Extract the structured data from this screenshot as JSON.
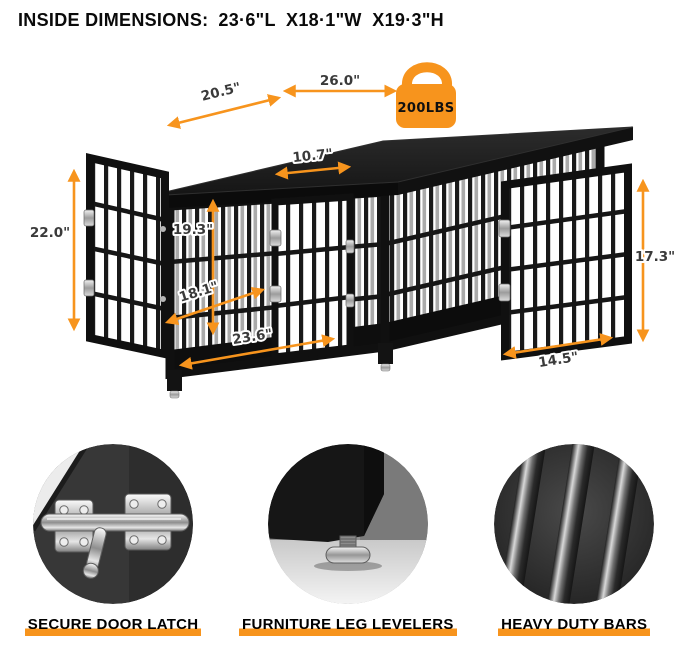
{
  "header": {
    "title": "INSIDE DIMENSIONS:",
    "dims": "23·6\"L  X18·1\"W  X19·3\"H"
  },
  "diagram": {
    "weight_badge": "200LBS",
    "dims": {
      "top_depth": "20.5\"",
      "top_width": "26.0\"",
      "front_door_width": "10.7\"",
      "inner_height": "19.3\"",
      "left_door_height": "22.0\"",
      "inner_depth": "18.1\"",
      "inner_width": "23.6\"",
      "right_door_height": "17.3\"",
      "right_door_width": "14.5\""
    }
  },
  "features": [
    {
      "label": "SECURE DOOR LATCH"
    },
    {
      "label": "FURNITURE LEG LEVELERS"
    },
    {
      "label": "HEAVY DUTY BARS"
    }
  ],
  "colors": {
    "accent_orange": "#F7941D",
    "crate_black": "#141414",
    "dimension_text": "#3a3a3a"
  }
}
